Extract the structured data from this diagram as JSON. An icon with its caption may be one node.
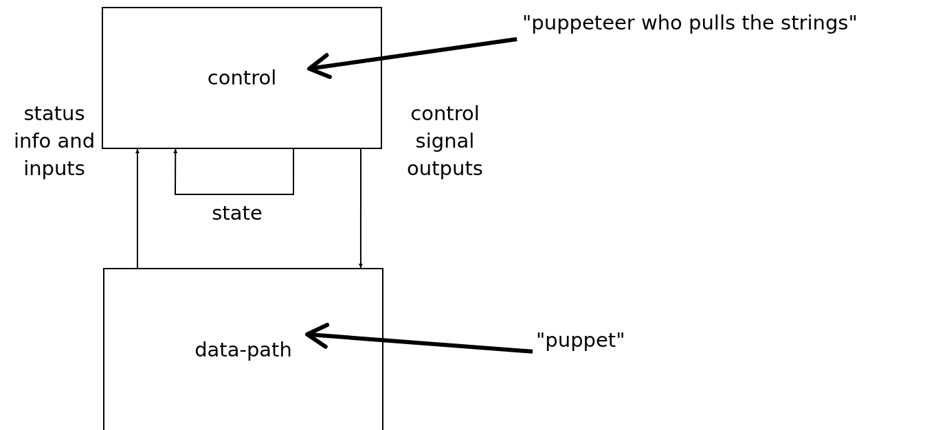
{
  "diagram": {
    "nodes": [
      {
        "text": [
          "control"
        ]
      },
      {
        "text": [
          "data-path"
        ]
      },
      {
        "text": [
          "\"puppeteer who pulls the strings\""
        ]
      },
      {
        "text": [
          "\"puppet\""
        ]
      }
    ],
    "edges": [
      {
        "from": 2,
        "to": 0,
        "arrow": "to",
        "style": "thick"
      },
      {
        "from": 0,
        "to": 0,
        "arrow": "to",
        "label": "state"
      },
      {
        "from": 1,
        "to": 0,
        "arrow": "to",
        "label": "status info and inputs"
      },
      {
        "from": 0,
        "to": 1,
        "arrow": "to",
        "label": "control signal outputs"
      },
      {
        "from": 3,
        "to": 1,
        "arrow": "to",
        "style": "thick"
      }
    ]
  }
}
